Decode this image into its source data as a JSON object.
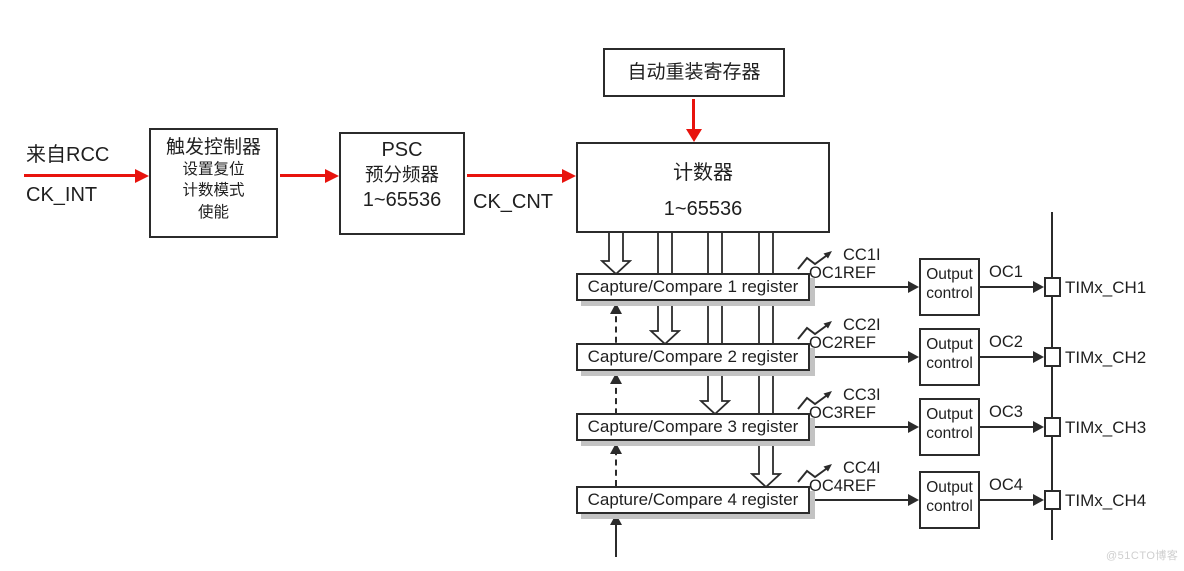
{
  "diagram": {
    "left_flow": {
      "from_rcc_label": "来自RCC",
      "ck_int_label": "CK_INT",
      "trigger_box": {
        "title": "触发控制器",
        "line1": "设置复位",
        "line2": "计数模式",
        "line3": "使能"
      },
      "psc_box": {
        "line1": "PSC",
        "line2": "预分频器",
        "line3": "1~65536"
      },
      "ck_cnt_label": "CK_CNT"
    },
    "auto_reload_box": {
      "label": "自动重装寄存器"
    },
    "counter_box": {
      "title": "计数器",
      "range": "1~65536"
    },
    "channels": [
      {
        "register": "Capture/Compare 1 register",
        "cc_interrupt": "CC1I",
        "ref_signal": "OC1REF",
        "output_line1": "Output",
        "output_line2": "control",
        "oc_signal": "OC1",
        "pin": "TIMx_CH1"
      },
      {
        "register": "Capture/Compare 2 register",
        "cc_interrupt": "CC2I",
        "ref_signal": "OC2REF",
        "output_line1": "Output",
        "output_line2": "control",
        "oc_signal": "OC2",
        "pin": "TIMx_CH2"
      },
      {
        "register": "Capture/Compare 3 register",
        "cc_interrupt": "CC3I",
        "ref_signal": "OC3REF",
        "output_line1": "Output",
        "output_line2": "control",
        "oc_signal": "OC3",
        "pin": "TIMx_CH3"
      },
      {
        "register": "Capture/Compare 4 register",
        "cc_interrupt": "CC4I",
        "ref_signal": "OC4REF",
        "output_line1": "Output",
        "output_line2": "control",
        "oc_signal": "OC4",
        "pin": "TIMx_CH4"
      }
    ],
    "watermark": "@51CTO博客",
    "colors": {
      "arrow_red": "#e8130d",
      "line_black": "#2b2b2b",
      "shadow_gray": "#c3c3c3",
      "watermark_gray": "#cfcfcf"
    }
  }
}
